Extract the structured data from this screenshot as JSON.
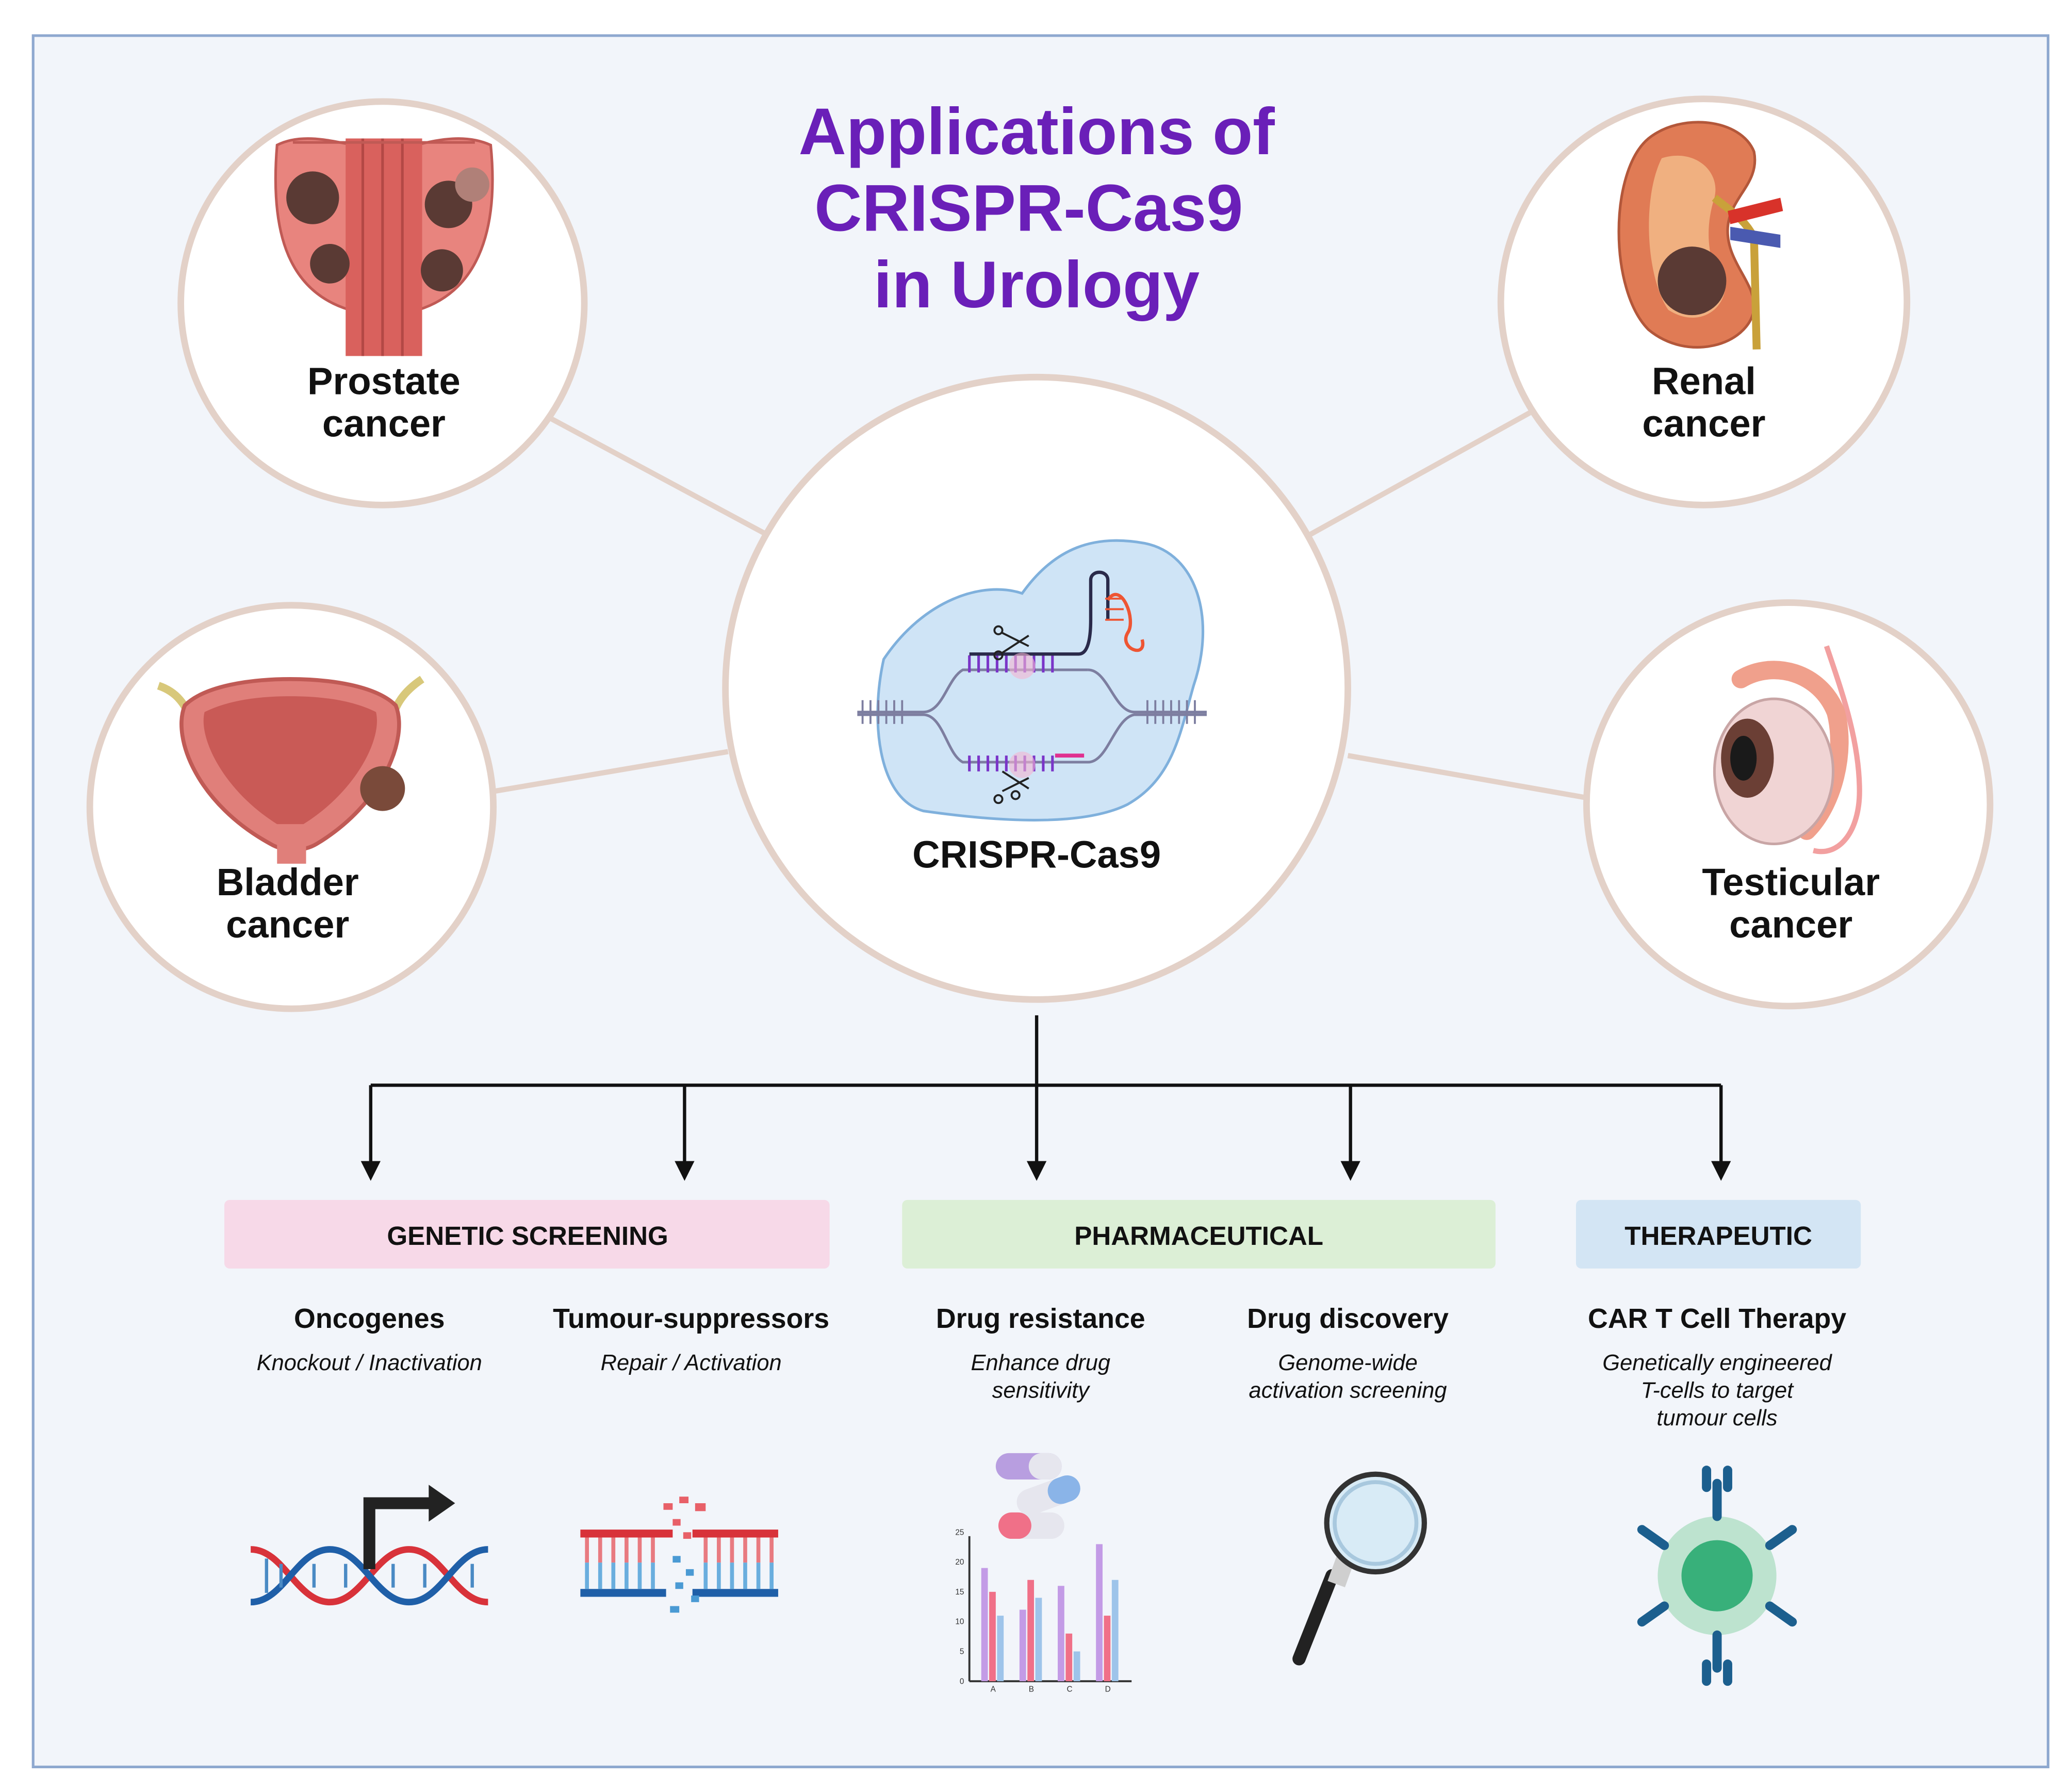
{
  "title": {
    "line1": "Applications of",
    "line2": "CRISPR-Cas9",
    "line3": "in Urology"
  },
  "center": {
    "label": "CRISPR-Cas9"
  },
  "cancers": {
    "prostate": {
      "line1": "Prostate",
      "line2": "cancer"
    },
    "renal": {
      "line1": "Renal",
      "line2": "cancer"
    },
    "bladder": {
      "line1": "Bladder",
      "line2": "cancer"
    },
    "testicular": {
      "line1": "Testicular",
      "line2": "cancer"
    }
  },
  "categories": {
    "genetic": {
      "label": "GENETIC SCREENING",
      "color": "#f7d9e8"
    },
    "pharma": {
      "label": "PHARMACEUTICAL",
      "color": "#dcefd6"
    },
    "therapeutic": {
      "label": "THERAPEUTIC",
      "color": "#d3e5f4"
    }
  },
  "applications": {
    "oncogenes": {
      "title": "Oncogenes",
      "desc1": "Knockout / Inactivation"
    },
    "tumour": {
      "title": "Tumour-suppressors",
      "desc1": "Repair / Activation"
    },
    "resistance": {
      "title": "Drug resistance",
      "desc1": "Enhance drug",
      "desc2": "sensitivity"
    },
    "discovery": {
      "title": "Drug discovery",
      "desc1": "Genome-wide",
      "desc2": "activation screening"
    },
    "cart": {
      "title": "CAR T Cell Therapy",
      "desc1": "Genetically engineered",
      "desc2": "T-cells to target",
      "desc3": "tumour cells"
    }
  },
  "mini_chart": {
    "type": "bar",
    "categories": [
      "A",
      "B",
      "C",
      "D"
    ],
    "series": [
      {
        "values": [
          19,
          12,
          16,
          23
        ]
      },
      {
        "values": [
          15,
          17,
          8,
          11
        ]
      },
      {
        "values": [
          11,
          14,
          5,
          17
        ]
      }
    ],
    "y_ticks": [
      "0",
      "5",
      "10",
      "15",
      "20",
      "25"
    ],
    "ylim": [
      0,
      25
    ]
  },
  "colors": {
    "title": "#6a1fb8",
    "background": "#f2f5fa",
    "frame": "#8ea8cf",
    "circle_border": "#e3d1c8",
    "text": "#111111"
  }
}
